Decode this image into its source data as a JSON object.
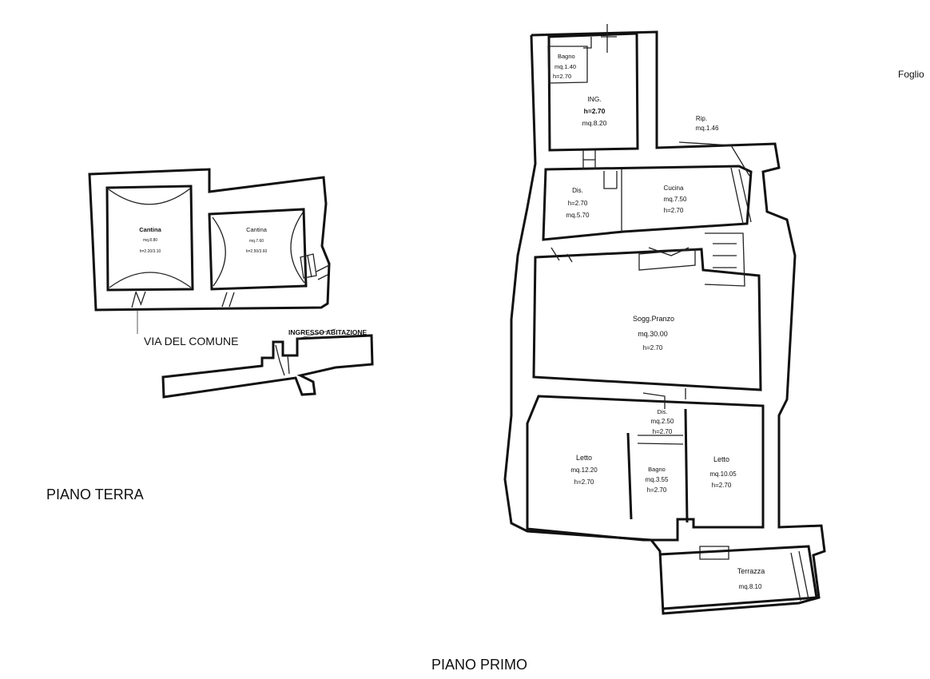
{
  "sheet": {
    "sheet_label": "Foglio",
    "ground_floor_title": "PIANO TERRA",
    "first_floor_title": "PIANO PRIMO"
  },
  "ground_floor": {
    "street_label": "VIA DEL COMUNE",
    "entrance_label": "INGRESSO ABITAZIONE",
    "rooms": [
      {
        "name": "Cantina",
        "area": "mq.8.80",
        "height": "h=2.20/3.10"
      },
      {
        "name": "Cantina",
        "area": "mq.7.60",
        "height": "h=2.50/3.60"
      }
    ]
  },
  "first_floor": {
    "rooms": [
      {
        "name": "Bagno",
        "area": "mq.1.40",
        "height": "h=2.70"
      },
      {
        "name": "ING.",
        "area": "mq.8.20",
        "height": "h=2.70"
      },
      {
        "name": "Rip.",
        "area": "mq.1.46",
        "height": ""
      },
      {
        "name": "Dis.",
        "area": "mq.5.70",
        "height": "h=2.70"
      },
      {
        "name": "Cucina",
        "area": "mq.7.50",
        "height": "h=2.70"
      },
      {
        "name": "Sogg.Pranzo",
        "area": "mq.30.00",
        "height": "h=2.70"
      },
      {
        "name": "Dis.",
        "area": "mq.2.50",
        "height": "h=2.70"
      },
      {
        "name": "Letto",
        "area": "mq.12.20",
        "height": "h=2.70"
      },
      {
        "name": "Bagno",
        "area": "mq.3.55",
        "height": "h=2.70"
      },
      {
        "name": "Letto",
        "area": "mq.10.05",
        "height": "h=2.70"
      },
      {
        "name": "Terrazza",
        "area": "mq.8.10",
        "height": ""
      }
    ]
  }
}
